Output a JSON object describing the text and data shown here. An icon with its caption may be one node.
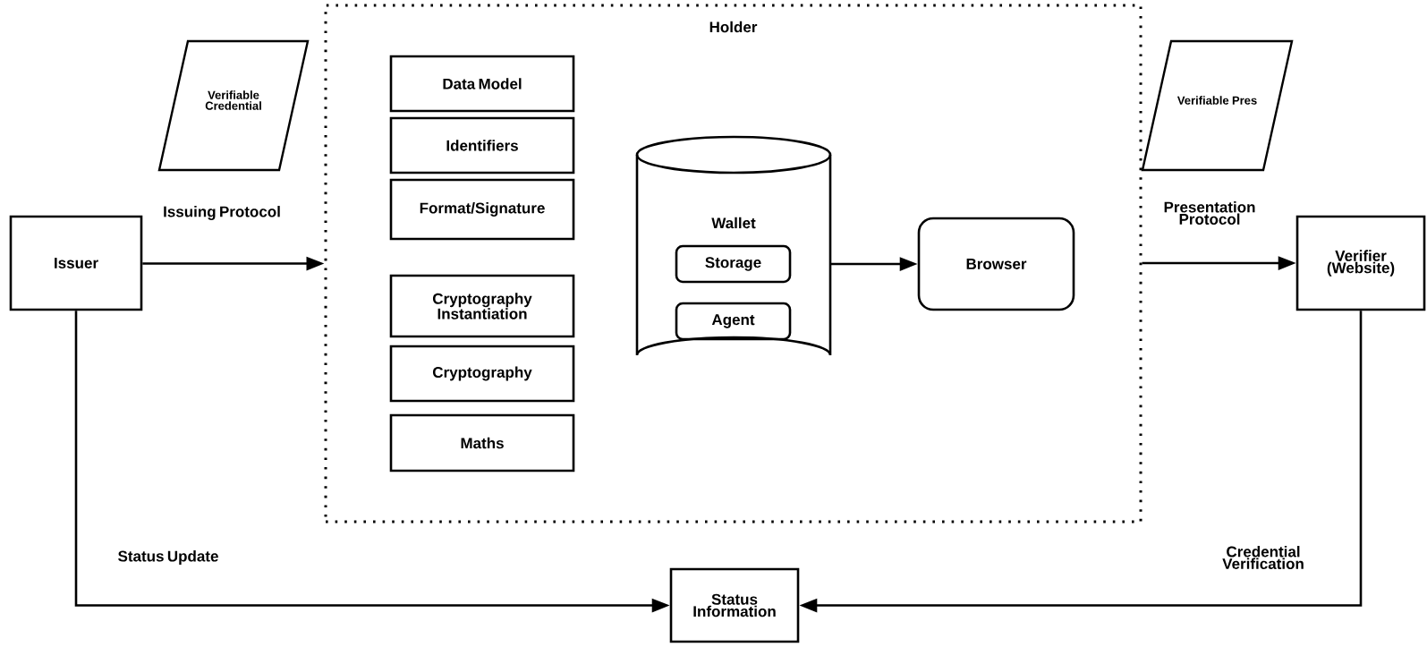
{
  "diagram": {
    "nodes": [
      {
        "text": [
          "Issuer"
        ]
      },
      {
        "text": [
          "Verifiable Credential"
        ]
      },
      {
        "text": [
          "Holder"
        ]
      },
      {
        "text": [
          "Data Model"
        ],
        "in": 2
      },
      {
        "text": [
          "Identifiers"
        ],
        "in": 2
      },
      {
        "text": [
          "Format/Signature"
        ],
        "in": 2
      },
      {
        "text": [
          "Cryptography Instantiation"
        ],
        "in": 2
      },
      {
        "text": [
          "Cryptography"
        ],
        "in": 2
      },
      {
        "text": [
          "Maths"
        ],
        "in": 2
      },
      {
        "text": [
          "Wallet"
        ],
        "in": 2
      },
      {
        "text": [
          "Storage"
        ],
        "in": 9
      },
      {
        "text": [
          "Agent"
        ],
        "in": 9
      },
      {
        "text": [
          "Browser"
        ],
        "in": 2
      },
      {
        "text": [
          "Verifiable Pres"
        ]
      },
      {
        "text": [
          "Verifier (Website)"
        ]
      },
      {
        "text": [
          "Status Information"
        ]
      }
    ],
    "edges": [
      {
        "from": 0,
        "to": 2,
        "arrow": "to",
        "label": "Issuing Protocol"
      },
      {
        "from": 9,
        "to": 12,
        "arrow": "to"
      },
      {
        "from": 2,
        "to": 14,
        "arrow": "to",
        "label": "Presentation Protocol"
      },
      {
        "from": 0,
        "to": 15,
        "arrow": "to",
        "label": "Status Update"
      },
      {
        "from": 14,
        "to": 15,
        "arrow": "to",
        "label": "Credential Verification"
      }
    ]
  }
}
